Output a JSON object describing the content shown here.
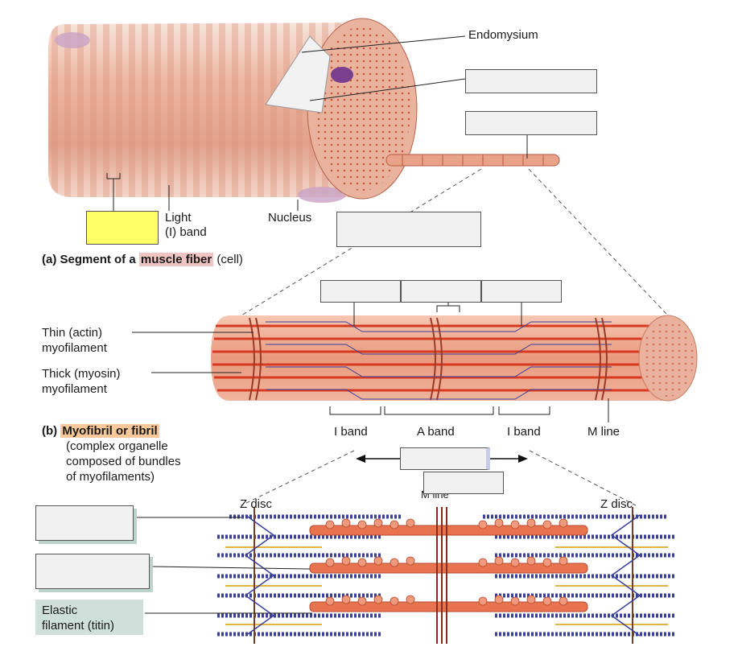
{
  "labels": {
    "endomysium": "Endomysium",
    "light_band_line1": "Light",
    "light_band_line2": "(I) band",
    "nucleus": "Nucleus",
    "caption_a_prefix": "(a) Segment of a",
    "caption_a_highlight": "muscle fiber",
    "caption_a_suffix": "(cell)",
    "thin_line1": "Thin (actin)",
    "thin_line2": "myofilament",
    "thick_line1": "Thick (myosin)",
    "thick_line2": "myofilament",
    "caption_b_prefix": "(b)",
    "caption_b_highlight": "Myofibril or fibril",
    "caption_b_line2": "(complex organelle",
    "caption_b_line3": "composed of bundles",
    "caption_b_line4": "of myofilaments)",
    "i_band_left": "I band",
    "a_band": "A band",
    "i_band_right": "I band",
    "m_line": "M line",
    "m_line_partial": "M line",
    "z_disc_left": "Z disc",
    "z_disc_right": "Z disc",
    "elastic_line1": "Elastic",
    "elastic_line2": "filament (titin)"
  },
  "answer_boxes": [
    {
      "id": "box-sarcolemma",
      "value": ""
    },
    {
      "id": "box-myofibril",
      "value": ""
    },
    {
      "id": "box-dark-band",
      "value": ""
    },
    {
      "id": "box-sarcomere",
      "value": ""
    },
    {
      "id": "box-h-zone-left",
      "value": ""
    },
    {
      "id": "box-h-zone-mid",
      "value": ""
    },
    {
      "id": "box-h-zone-right",
      "value": ""
    },
    {
      "id": "box-sarcomere-arrow",
      "value": ""
    },
    {
      "id": "box-m-line",
      "value": ""
    },
    {
      "id": "box-thin-filament",
      "value": ""
    },
    {
      "id": "box-thick-filament",
      "value": ""
    }
  ],
  "colors": {
    "muscle_light": "#f4cbb8",
    "muscle_mid": "#e6a084",
    "muscle_dark": "#c8654a",
    "filament_red": "#d93a22",
    "actin_blue": "#3a3f9a",
    "myosin_orange": "#e8734f",
    "titin_yellow": "#e3b640",
    "nucleus_purple": "#7a3f8f",
    "highlight_yellow": "#ffff66",
    "highlight_pink": "#f0c4c2",
    "highlight_orange": "#f7c99a",
    "highlight_teal": "#cfe0da"
  }
}
